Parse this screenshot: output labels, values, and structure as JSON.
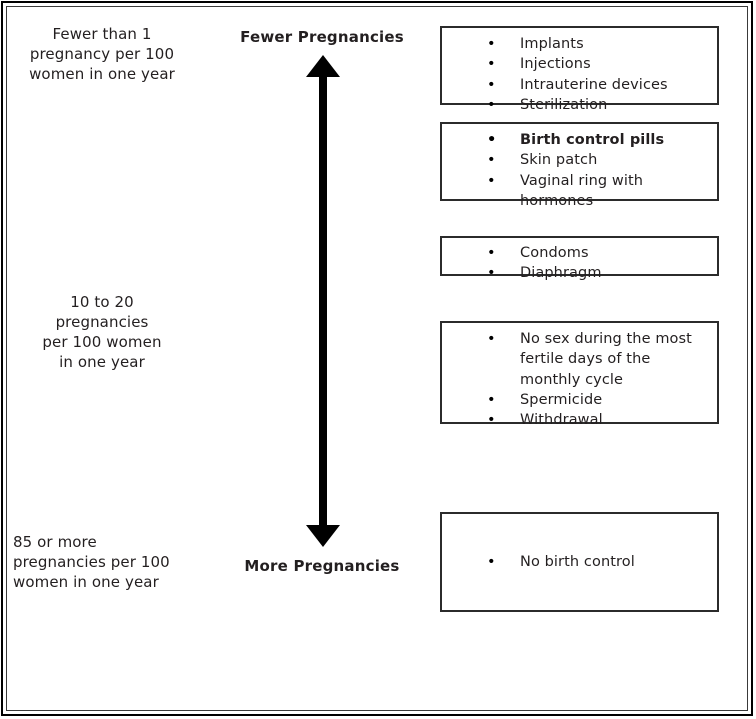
{
  "chart_data": {
    "type": "diagram",
    "title": "Birth control effectiveness scale",
    "axis": {
      "top_label": "Fewer Pregnancies",
      "bottom_label": "More Pregnancies",
      "direction": "vertical double-headed arrow"
    },
    "scale_captions": [
      "Fewer than 1 pregnancy per 100 women in one year",
      "10 to 20 pregnancies per 100 women in one year",
      "85 or more pregnancies per 100 women in one year"
    ],
    "tiers": [
      {
        "effectiveness": "Fewer than 1 pregnancy per 100 women in one year",
        "methods": [
          "Implants",
          "Injections",
          "Intrauterine devices",
          "Sterilization"
        ]
      },
      {
        "effectiveness": "Fewer than 1 pregnancy per 100 women in one year",
        "methods": [
          "Birth control pills",
          "Skin patch",
          "Vaginal ring with hormones"
        ]
      },
      {
        "effectiveness": "10 to 20 pregnancies per 100 women in one year",
        "methods": [
          "Condoms",
          "Diaphragm"
        ]
      },
      {
        "effectiveness": "10 to 20 pregnancies per 100 women in one year",
        "methods": [
          "No sex during the most fertile days of the monthly cycle",
          "Spermicide",
          "Withdrawal"
        ]
      },
      {
        "effectiveness": "85 or more pregnancies per 100 women in one year",
        "methods": [
          "No birth control"
        ]
      }
    ]
  },
  "scale": {
    "low": {
      "line1": "Fewer than 1",
      "line2": "pregnancy per 100",
      "line3": "women in one year"
    },
    "mid": {
      "line1": "10 to 20",
      "line2": "pregnancies",
      "line3": "per 100 women",
      "line4": "in one year"
    },
    "high": {
      "line1": "85 or more",
      "line2": "pregnancies per 100",
      "line3": "women in one year"
    }
  },
  "axis": {
    "top_heading": "Fewer Pregnancies",
    "bottom_heading": "More Pregnancies"
  },
  "bullet_glyph": "•",
  "boxes": [
    {
      "id": "box-1",
      "items": [
        {
          "text": "Implants",
          "bold": false
        },
        {
          "text": "Injections",
          "bold": false
        },
        {
          "text": "Intrauterine devices",
          "bold": false
        },
        {
          "text": "Sterilization",
          "bold": false
        }
      ]
    },
    {
      "id": "box-2",
      "items": [
        {
          "text": "Birth control pills",
          "bold": true
        },
        {
          "text": "Skin patch",
          "bold": false
        },
        {
          "text": "Vaginal ring with hormones",
          "bold": false
        }
      ]
    },
    {
      "id": "box-3",
      "items": [
        {
          "text": "Condoms",
          "bold": false
        },
        {
          "text": "Diaphragm",
          "bold": false
        }
      ]
    },
    {
      "id": "box-4",
      "items": [
        {
          "text": "No sex during the most fertile days of the monthly cycle",
          "bold": false
        },
        {
          "text": "Spermicide",
          "bold": false
        },
        {
          "text": "Withdrawal",
          "bold": false
        }
      ]
    },
    {
      "id": "box-5",
      "items": [
        {
          "text": "No birth control",
          "bold": false
        }
      ]
    }
  ],
  "colors": {
    "text": "#231f20",
    "border": "#2b2b2b",
    "arrow": "#000000",
    "background": "#ffffff"
  }
}
